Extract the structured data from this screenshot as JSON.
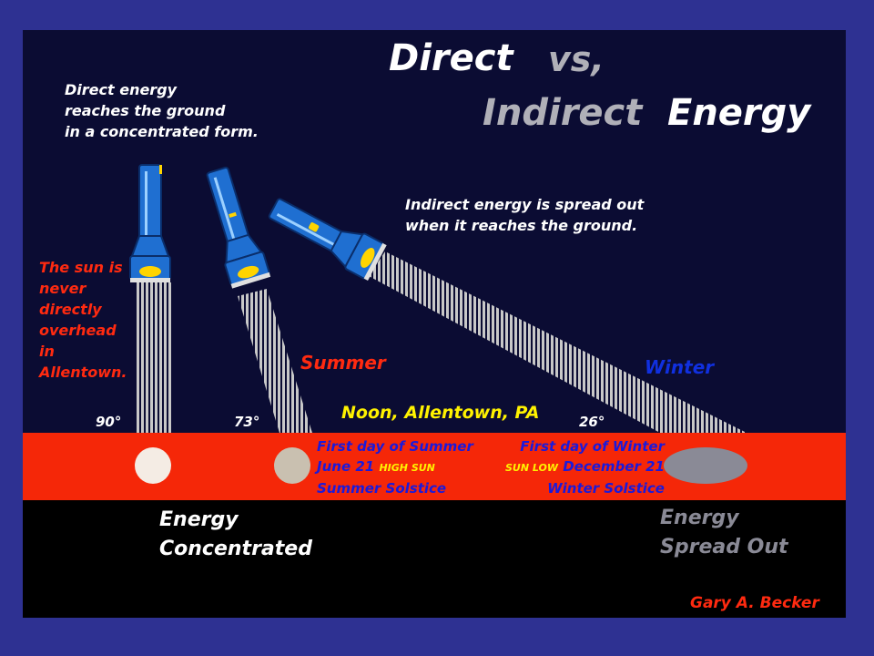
{
  "title": {
    "direct": "Direct",
    "vs": "vs,",
    "indirect": "Indirect",
    "energy": "Energy"
  },
  "notes": {
    "direct": [
      "Direct energy",
      "reaches the ground",
      "in a concentrated form."
    ],
    "indirect": [
      "Indirect energy is spread out",
      "when it reaches the ground."
    ],
    "sun": [
      "The sun is",
      "never",
      "directly",
      "overhead",
      "in",
      "Allentown."
    ]
  },
  "labels": {
    "summer": "Summer",
    "winter": "Winter",
    "noon": "Noon, Allentown, PA"
  },
  "angles": {
    "a90": "90°",
    "a73": "73°",
    "a26": "26°"
  },
  "summer_info": {
    "line1": "First day of Summer",
    "line2_date": "June 21",
    "line2_tag": "HIGH SUN",
    "line3": "Summer Solstice"
  },
  "winter_info": {
    "line1": "First day of Winter",
    "line2_tag": "SUN LOW",
    "line2_date": "December 21",
    "line3": "Winter Solstice"
  },
  "energy": {
    "concentrated": [
      "Energy",
      "Concentrated"
    ],
    "spread": [
      "Energy",
      "Spread Out"
    ]
  },
  "credit": "Gary A. Becker",
  "colors": {
    "background": "#2e3192",
    "panel": "#0b0c33",
    "ground": "#f52708",
    "flashlight": "#1f6fd1",
    "light_beam": "#c8c8c8",
    "accent_red": "#ff2a10",
    "accent_yellow": "#fff200",
    "accent_blue": "#1a1adb"
  }
}
